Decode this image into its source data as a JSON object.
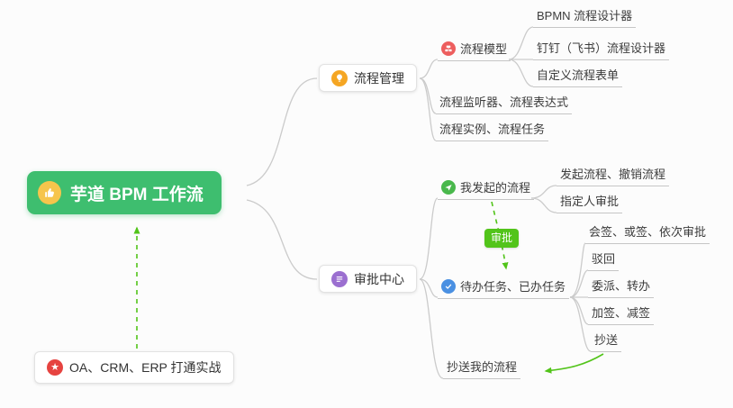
{
  "mindmap": {
    "root": {
      "label": "芋道 BPM 工作流"
    },
    "process_management": {
      "label": "流程管理"
    },
    "process_model": {
      "label": "流程模型"
    },
    "bpmn_designer": {
      "label": "BPMN 流程设计器"
    },
    "dingtalk_designer": {
      "label": "钉钉（飞书）流程设计器"
    },
    "custom_form": {
      "label": "自定义流程表单"
    },
    "listener_expression": {
      "label": "流程监听器、流程表达式"
    },
    "instance_task": {
      "label": "流程实例、流程任务"
    },
    "approval_center": {
      "label": "审批中心"
    },
    "my_initiated": {
      "label": "我发起的流程"
    },
    "initiate_cancel": {
      "label": "发起流程、撤销流程"
    },
    "assignee_approval": {
      "label": "指定人审批"
    },
    "approval_badge": {
      "label": "审批"
    },
    "todo_done": {
      "label": "待办任务、已办任务"
    },
    "countersign": {
      "label": "会签、或签、依次审批"
    },
    "reject": {
      "label": "驳回"
    },
    "delegate_transfer": {
      "label": "委派、转办"
    },
    "add_remove_sign": {
      "label": "加签、减签"
    },
    "cc": {
      "label": "抄送"
    },
    "cc_my_process": {
      "label": "抄送我的流程"
    },
    "oa_integration": {
      "label": "OA、CRM、ERP 打通实战"
    }
  },
  "colors": {
    "root_bg": "#3EBE6F",
    "connector": "#CBCBCB",
    "arrow_green": "#52C41A",
    "badge_bg": "#52C41A",
    "icon_thumbs_up": "#F6C54C",
    "icon_bulb": "#F5A623",
    "icon_model": "#ED5E5E",
    "icon_initiated": "#49B84C",
    "icon_todo": "#4A90E2",
    "icon_approval": "#9B6FD0",
    "icon_star": "#E64340"
  }
}
